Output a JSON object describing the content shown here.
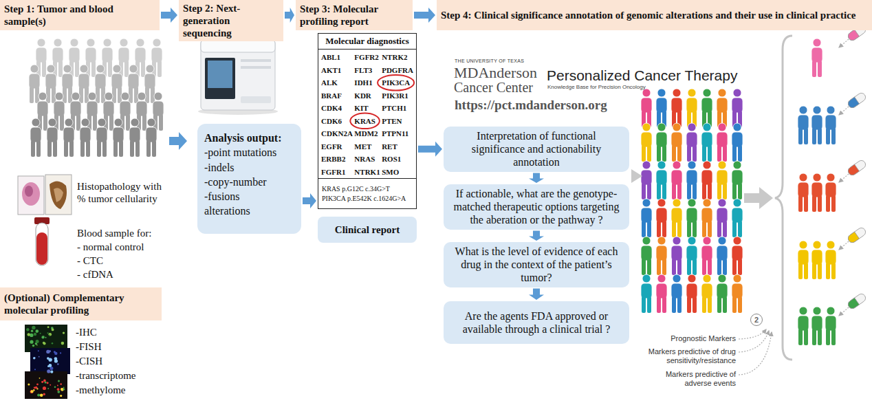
{
  "diagram": {
    "nodes": [
      {
        "text": [
          "Step 1: Tumor and blood sample(s)"
        ]
      },
      {
        "text": [
          "Step 2: Next-generation sequencing"
        ]
      },
      {
        "text": [
          "Step 3: Molecular profiling report"
        ]
      },
      {
        "text": [
          "Step 4: Clinical significance annotation of genomic alterations and their use in clinical practice"
        ]
      },
      {
        "text": [
          "(Optional) Complementary molecular profiling"
        ]
      },
      {
        "text": [
          "Analysis output:",
          "-point mutations",
          "-indels",
          "-copy-number",
          "-fusions",
          "alterations"
        ]
      },
      {
        "text": [
          "Molecular diagnostics",
          "ABL1",
          "FGFR2",
          "NTRK2",
          "AKT1",
          "FLT3",
          "PDGFRA",
          "ALK",
          "IDH1",
          "PIK3CA",
          "BRAF",
          "KDR",
          "PIK3R1",
          "CDK4",
          "KIT",
          "PTCH1",
          "CDK6",
          "KRAS",
          "PTEN",
          "CDKN2A",
          "MDM2",
          "PTPN11",
          "EGFR",
          "MET",
          "RET",
          "ERBB2",
          "NRAS",
          "ROS1",
          "FGFR1",
          "NTRK1",
          "SMO"
        ]
      },
      {
        "text": [
          "KRAS p.G12C c.34G>T",
          "PIK3CA p.E542K c.1624G>A"
        ],
        "in": 6
      },
      {
        "text": [
          "Clinical report"
        ]
      },
      {
        "text": [
          "Interpretation of functional significance and actionability annotation"
        ]
      },
      {
        "text": [
          "If actionable, what are the genotype-matched therapeutic options targeting the aberation or the pathway ?"
        ]
      },
      {
        "text": [
          "What is the level of evidence of each drug in the context of the patient’s tumor?"
        ]
      },
      {
        "text": [
          "Are the agents FDA approved or available through a clinical trial ?"
        ]
      },
      {
        "text": [
          "2"
        ]
      }
    ],
    "edges": [
      {
        "from": 0,
        "to": 1,
        "arrow": "to"
      },
      {
        "from": 1,
        "to": 2,
        "arrow": "to"
      },
      {
        "from": 2,
        "to": 3,
        "arrow": "to"
      },
      {
        "from": 5,
        "to": 6,
        "arrow": "to"
      },
      {
        "from": 6,
        "to": 9,
        "arrow": "to"
      },
      {
        "from": 9,
        "to": 10,
        "arrow": "to"
      },
      {
        "from": 10,
        "to": 11,
        "arrow": "to"
      },
      {
        "from": 11,
        "to": 12,
        "arrow": "to"
      }
    ],
    "labels": [
      "Histopathology with % tumor cellularity",
      "Blood sample for:",
      "- normal control",
      "- CTC",
      "- cfDNA",
      "-IHC",
      "-FISH",
      "-CISH",
      "-transcriptome",
      "-methylome",
      "THE UNIVERSITY OF TEXAS",
      "MDAnderson",
      "Cancer Center",
      "Personalized Cancer Therapy",
      "Knowledge Base for Precision Oncology",
      "https://pct.mdanderson.org",
      "Prognostic Markers",
      "Markers predictive of drug sensitivity/resistance",
      "Markers predictive of adverse events"
    ]
  }
}
